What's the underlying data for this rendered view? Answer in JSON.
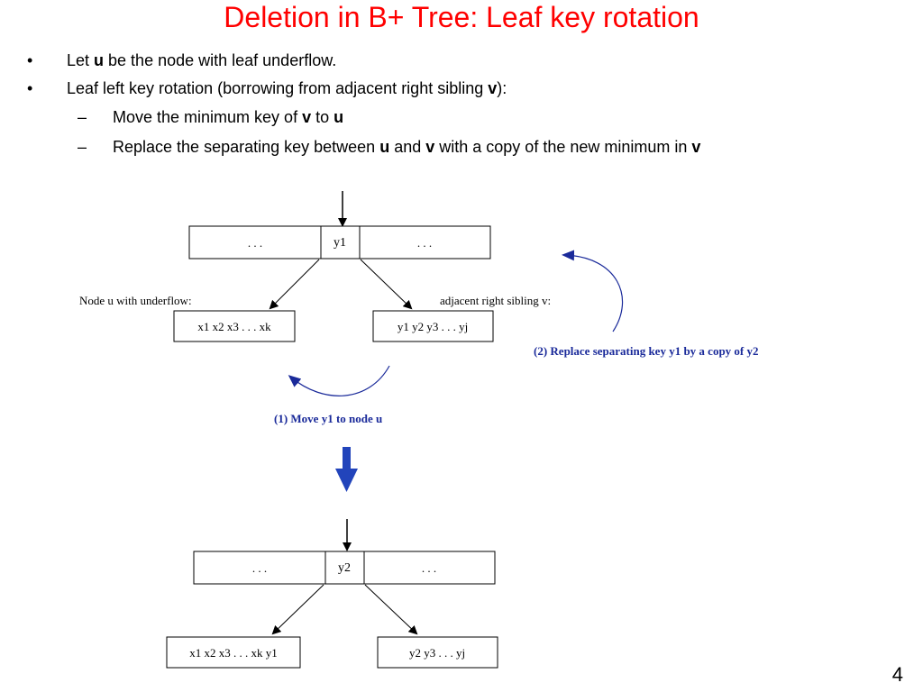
{
  "slide": {
    "title": "Deletion in B+ Tree: Leaf key rotation",
    "page_number": "4"
  },
  "bullets": [
    {
      "marker": "•",
      "parts": [
        {
          "text": "Let ",
          "bold": false
        },
        {
          "text": "u",
          "bold": true
        },
        {
          "text": " be the node with leaf underflow.",
          "bold": false
        }
      ]
    },
    {
      "marker": "•",
      "parts": [
        {
          "text": "Leaf left key rotation (borrowing from adjacent right sibling ",
          "bold": false
        },
        {
          "text": "v",
          "bold": true
        },
        {
          "text": "):",
          "bold": false
        }
      ]
    },
    {
      "marker": "–",
      "parts": [
        {
          "text": "Move the minimum key of ",
          "bold": false
        },
        {
          "text": "v",
          "bold": true
        },
        {
          "text": " to ",
          "bold": false
        },
        {
          "text": "u",
          "bold": true
        }
      ]
    },
    {
      "marker": "–",
      "parts": [
        {
          "text": "Replace the separating key between ",
          "bold": false
        },
        {
          "text": "u",
          "bold": true
        },
        {
          "text": " and ",
          "bold": false
        },
        {
          "text": "v",
          "bold": true
        },
        {
          "text": " with a copy of the new minimum in ",
          "bold": false
        },
        {
          "text": "v",
          "bold": true
        }
      ]
    }
  ],
  "diagram": {
    "before": {
      "parent": {
        "left": ". . .",
        "key": "y1",
        "right": ". . ."
      },
      "left_leaf": {
        "label": "Node u with underflow:",
        "keys": "x1 x2 x3 . . . xk"
      },
      "right_leaf": {
        "label": "adjacent right sibling v:",
        "keys": "y1 y2 y3 . . . yj"
      }
    },
    "step1_label": "(1) Move y1 to node u",
    "step2_label": "(2) Replace separating key y1 by a copy of y2",
    "after": {
      "parent": {
        "left": ". . .",
        "key": "y2",
        "right": ". . ."
      },
      "left_leaf": {
        "keys": "x1 x2 x3 . . . xk y1"
      },
      "right_leaf": {
        "keys": "y2 y3 . . . yj"
      }
    },
    "colors": {
      "annotation": "#1a2a9a",
      "arrow": "#2244bb",
      "title": "#ff0000"
    }
  }
}
